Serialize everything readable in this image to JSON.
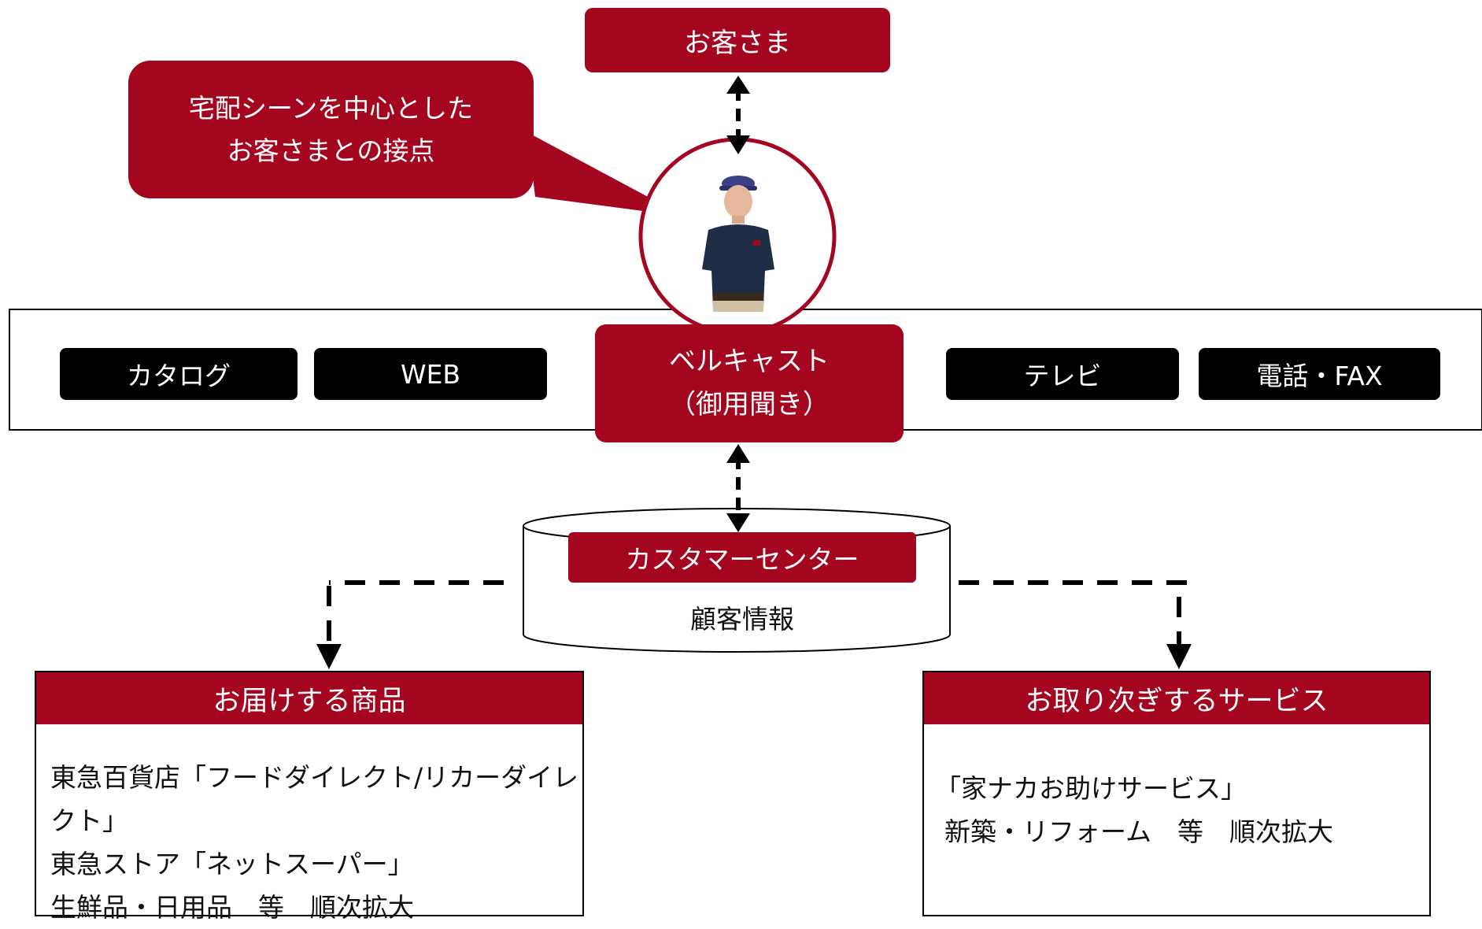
{
  "customer": {
    "label": "お客さま"
  },
  "callout": {
    "lines": [
      "宅配シーンを中心とした",
      "お客さまとの接点"
    ]
  },
  "channels": {
    "catalog": "カタログ",
    "web": "WEB",
    "tv": "テレビ",
    "phone_fax": "電話・FAX"
  },
  "bellcast": {
    "line1": "ベルキャスト",
    "line2": "（御用聞き）"
  },
  "customer_center": {
    "label": "カスタマーセンター",
    "db_label": "顧客情報"
  },
  "products": {
    "title": "お届けする商品",
    "lines": [
      "東急百貨店「フードダイレクト/リカーダイレクト」",
      "東急ストア「ネットスーパー」",
      "生鮮品・日用品　等　順次拡大"
    ]
  },
  "services": {
    "title": "お取り次ぎするサービス",
    "lines": [
      "「家ナカお助けサービス」",
      "新築・リフォーム　等　順次拡大"
    ]
  },
  "colors": {
    "accent": "#a5061f",
    "channel_bg": "#000000",
    "line": "#000000"
  },
  "icons": {
    "person": "delivery-staff-photo"
  }
}
